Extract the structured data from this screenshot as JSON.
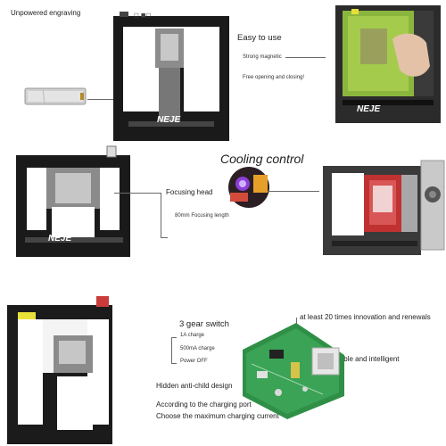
{
  "panel1": {
    "title": "Unpowered engraving",
    "model_label": "NEJE",
    "top_marks": "◻ ◼◻"
  },
  "panel2": {
    "heading": "Easy to use",
    "line1": "Strong magnetic",
    "line2": "Free opening and closing!"
  },
  "panel3": {
    "heading": "Cooling control"
  },
  "panel4": {
    "model_label": "NEJE",
    "focus_label": "Focusing head",
    "focus_length": "80mm Focusing length"
  },
  "panel5": {
    "heading": "3 gear switch",
    "options": [
      "1A charge",
      "500mA charge",
      "Power OFF"
    ],
    "anti_child": "Hidden anti-child design",
    "charging_port": "According to the charging port",
    "choose_current": "Choose the maximum charging current"
  },
  "panel6": {
    "innovation": "at least 20 times innovation and renewals",
    "reliable": "Reliable and intelligent"
  }
}
